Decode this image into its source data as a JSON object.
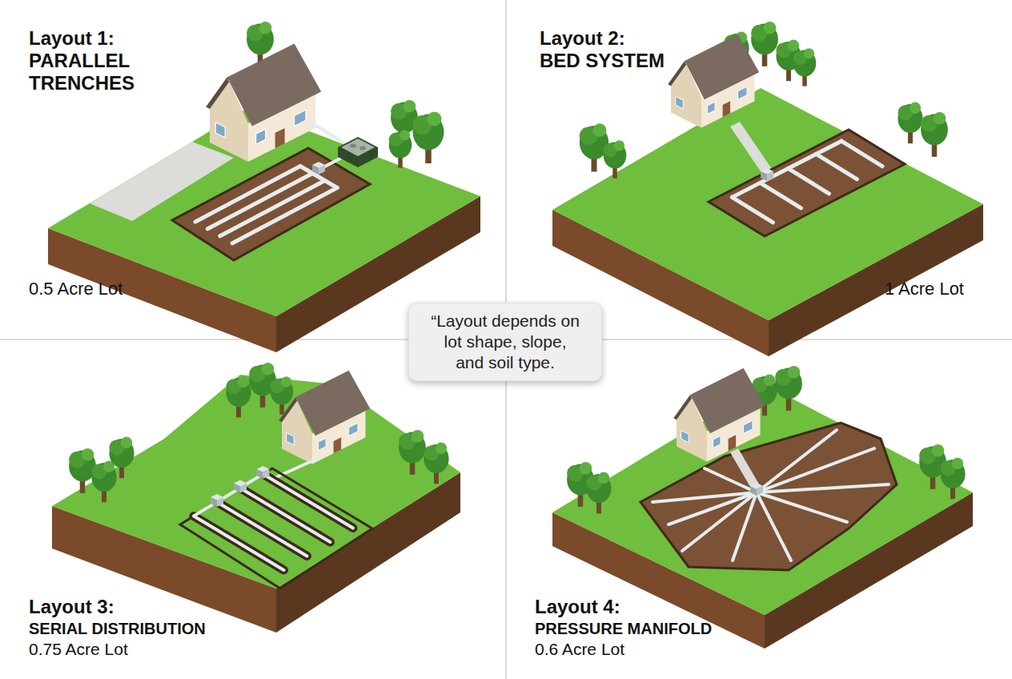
{
  "diagram": {
    "nodes": [
      {
        "text": [
          "“Layout depends on lot shape, slope, and soil type."
        ]
      }
    ],
    "labels": [
      "Layout 1:",
      "PARALLEL TRENCHES",
      "0.5 Acre Lot",
      "Layout 2:",
      "BED SYSTEM",
      "1 Acre Lot",
      "Layout 3:",
      "SERIAL DISTRIBUTION",
      "0.75 Acre Lot",
      "Layout 4:",
      "PRESSURE MANIFOLD",
      "0.6 Acre Lot"
    ]
  }
}
